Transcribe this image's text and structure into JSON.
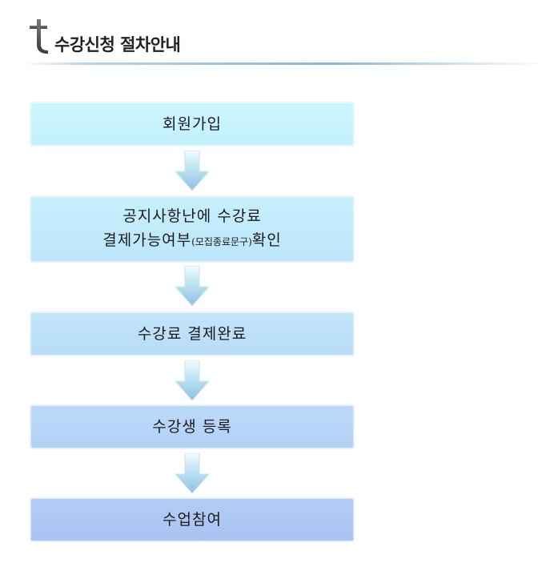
{
  "header": {
    "title": "수강신청 절차안내",
    "logo_icon": "t-letter-icon"
  },
  "steps": [
    {
      "label": "회원가입"
    },
    {
      "line1": "공지사항난에 수강료",
      "line2_main": "결제가능여부",
      "line2_small": "(모집종료문구)",
      "line2_end": "확인"
    },
    {
      "label": "수강료 결제완료"
    },
    {
      "label": "수강생 등록"
    },
    {
      "label": "수업참여"
    }
  ],
  "arrow_icon": "down-arrow-icon",
  "colors": {
    "step1": "#c8f3fe",
    "step2": "#c2eafc",
    "step3": "#bde0f9",
    "step4": "#b6d5f7",
    "step5": "#adc6f5",
    "arrow": "#9fcbe6"
  }
}
